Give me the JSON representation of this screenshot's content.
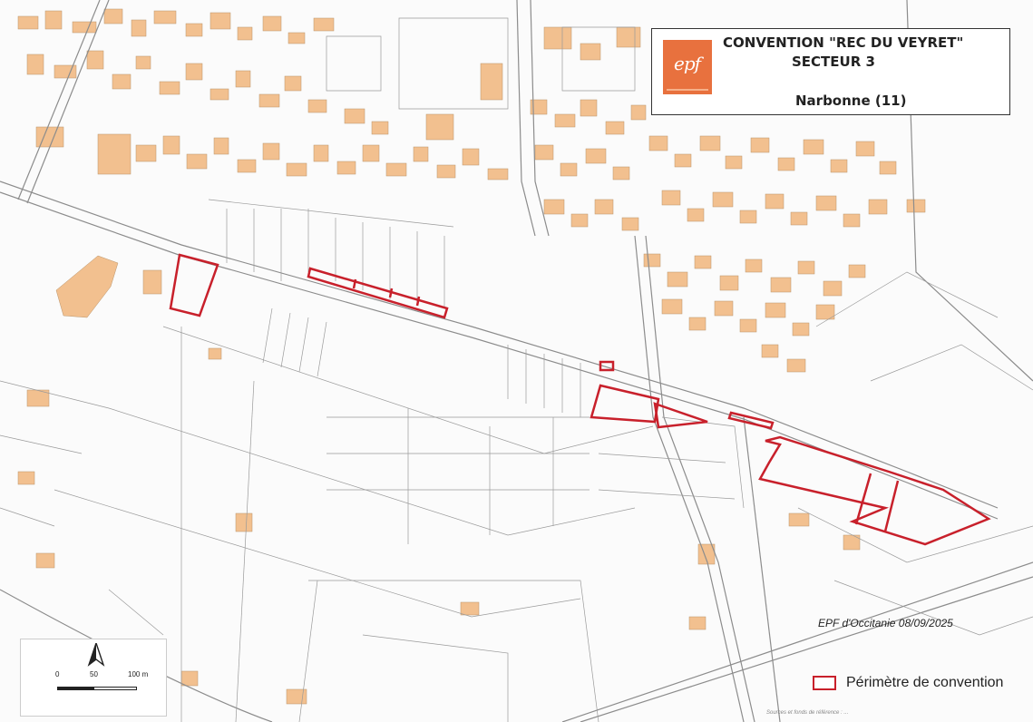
{
  "title": {
    "line1": "CONVENTION \"REC DU VEYRET\"",
    "line2": "SECTEUR 3",
    "line3": "Narbonne (11)"
  },
  "logo": {
    "text": "epf",
    "color": "#e8713e"
  },
  "credit": "EPF d'Occitanie 08/09/2025",
  "legend": {
    "label": "Périmètre de convention",
    "color": "#c8202b"
  },
  "sources": "Sources et fonds de référence : ...",
  "scale": {
    "tick0": "0",
    "tick1": "50",
    "tick2": "100 m"
  },
  "colors": {
    "building": "#f2c08f",
    "parcel_line": "#9a9a9a",
    "perimeter": "#c8202b"
  },
  "icons": [
    "north-arrow-icon"
  ]
}
